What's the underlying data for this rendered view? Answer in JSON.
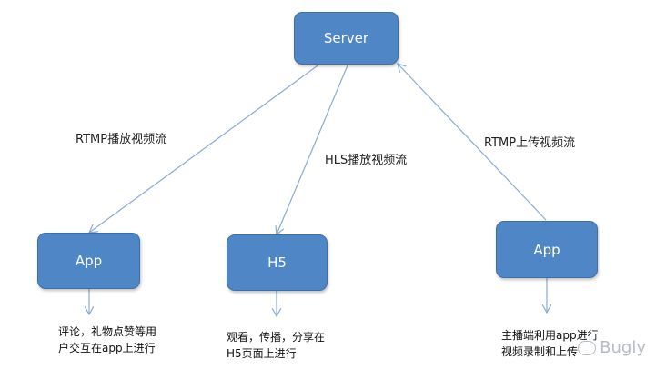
{
  "diagram": {
    "nodes": {
      "server": "Server",
      "app_left": "App",
      "h5": "H5",
      "app_right": "App"
    },
    "edges": {
      "rtmp_play": "RTMP播放视频流",
      "hls_play": "HLS播放视频流",
      "rtmp_upload": "RTMP上传视频流"
    },
    "notes": {
      "app_left": [
        "评论，礼物点赞等用",
        "户交互在app上进行"
      ],
      "h5": [
        "观看，传播，分享在",
        "H5页面上进行"
      ],
      "app_right": [
        "主播端利用app进行",
        "视频录制和上传"
      ]
    },
    "watermark": "Bugly"
  },
  "colors": {
    "node_fill": "#4f86c6",
    "node_border": "#3f6fa8",
    "arrow": "#8aaad4"
  }
}
